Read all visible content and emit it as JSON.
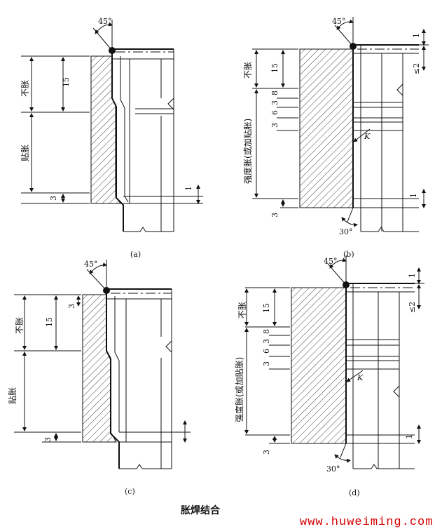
{
  "caption": "胀焊结合",
  "watermark": "www.huweiming.com",
  "panels": {
    "a": {
      "label": "(a)",
      "angle": "45°",
      "dim_top": "15",
      "dim_bottom": "3",
      "dim_right": "1",
      "zone_top": "不胀",
      "zone_bottom": "贴胀"
    },
    "b": {
      "label": "(b)",
      "angle_top": "45°",
      "angle_bottom": "30°",
      "dim_top": "15",
      "dim_8": "8",
      "dim_3": "3",
      "dim_6": "6",
      "dim_3b": "3",
      "dim_bottom": "3",
      "dim_right_top": "1",
      "dim_right_le2": "≤2",
      "dim_right_bottom": "1",
      "weld": "K",
      "zone_top": "不胀",
      "zone_bottom": "强度胀(或加贴胀)"
    },
    "c": {
      "label": "(c)",
      "angle": "45°",
      "dim_top": "15",
      "dim_inner": "3",
      "dim_bottom": "3",
      "zone_top": "不胀",
      "zone_bottom": "贴胀"
    },
    "d": {
      "label": "(d)",
      "angle_top": "45°",
      "angle_bottom": "30°",
      "dim_top": "15",
      "dim_8": "8",
      "dim_3": "3",
      "dim_6": "6",
      "dim_3b": "3",
      "dim_bottom": "3",
      "dim_right_top": "1",
      "dim_right_le2": "≤2",
      "dim_right_bottom": "1",
      "weld": "K",
      "zone_top": "不胀",
      "zone_bottom": "强度胀(或加贴胀)"
    }
  }
}
